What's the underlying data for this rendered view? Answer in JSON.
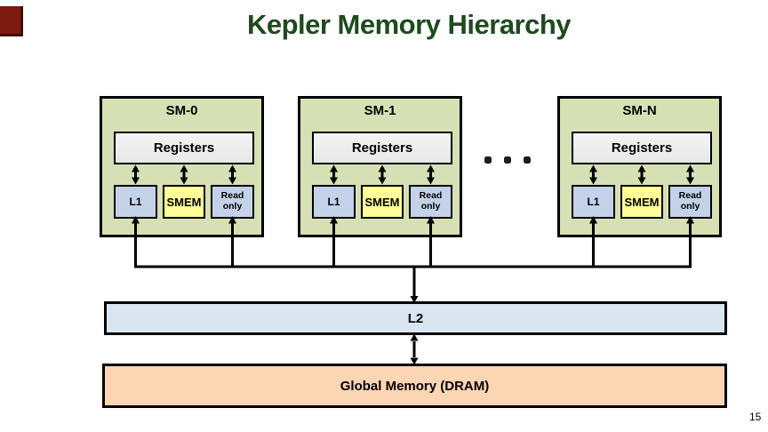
{
  "slide": {
    "title": "Kepler Memory Hierarchy",
    "page_number": "15",
    "colors": {
      "title_green": "#1f4a1f",
      "sm_fill": "#d6e0b4",
      "sub_blue": "#c3d2e8",
      "smem_yellow": "#ffff99",
      "registers_fill": "#f4f4f4",
      "l2_fill": "#dbe5f1",
      "dram_fill": "#fcd5b4",
      "accent_red": "#7d1a10",
      "dot_color": "#1c1c26"
    }
  },
  "diagram": {
    "sm_blocks": [
      {
        "label": "SM-0",
        "registers": "Registers",
        "l1": "L1",
        "smem": "SMEM",
        "read_only": "Read only"
      },
      {
        "label": "SM-1",
        "registers": "Registers",
        "l1": "L1",
        "smem": "SMEM",
        "read_only": "Read only"
      },
      {
        "label": "SM-N",
        "registers": "Registers",
        "l1": "L1",
        "smem": "SMEM",
        "read_only": "Read only"
      }
    ],
    "ellipsis_icon": "horizontal-dots",
    "l2_label": "L2",
    "dram_label": "Global Memory (DRAM)"
  }
}
